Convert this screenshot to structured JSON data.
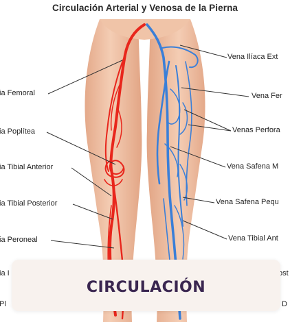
{
  "title": "Circulación Arterial y Venosa de la Pierna",
  "left_labels": [
    "ia Femoral",
    "ia Poplítea",
    "ia Tibial Anterior",
    "ia Tibial Posterior",
    "ia Peroneal",
    "ia I",
    "Pl"
  ],
  "right_labels": [
    "Vena Ilíaca Ext",
    "Vena Fer",
    "Venas Perfora",
    "Vena Safena M",
    "Vena Safena Pequ",
    "Vena Tibial Ant",
    "ost",
    "D"
  ],
  "card": {
    "label": "CIRCULACIÓN"
  },
  "colors": {
    "artery": "#e8261c",
    "vein": "#3a7fd8",
    "skin": "#efc2a6",
    "card_text": "#3a2650"
  }
}
